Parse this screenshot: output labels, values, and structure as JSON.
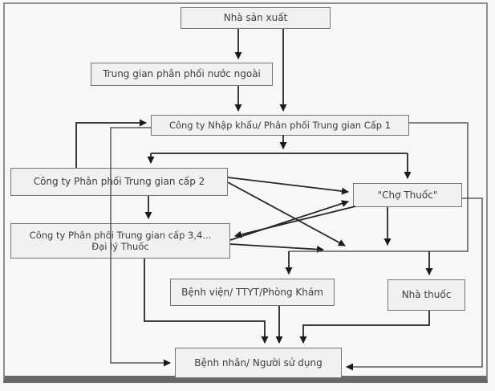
{
  "diagram": {
    "description": "Drug distribution flowchart (Vietnam pharmaceutical supply chain)",
    "colors": {
      "background": "#f8f8f8",
      "frame": "#8f8f8f",
      "frame_bottom": "#686868",
      "box_fill": "#f1f1f1",
      "box_border": "#757575",
      "text": "#3c3c3c",
      "arrow": "#262626"
    },
    "nodes": [
      {
        "id": "manufacturer",
        "label": "Nhà sản xuất"
      },
      {
        "id": "foreign-intermediary",
        "label": "Trung gian phân phối nước ngoài"
      },
      {
        "id": "importer-level1",
        "label": "Công ty Nhập khẩu/ Phân phối Trung gian Cấp 1"
      },
      {
        "id": "distributor-level2",
        "label": "Công ty Phân phối Trung gian cấp 2"
      },
      {
        "id": "drug-market",
        "label": "\"Chợ Thuốc\""
      },
      {
        "id": "distributor-level34",
        "label": "Công ty Phân phối Trung gian cấp 3,4...",
        "label2": "Đại lý Thuốc"
      },
      {
        "id": "hospital",
        "label": "Bệnh viện/ TTYT/Phòng Khám"
      },
      {
        "id": "pharmacy",
        "label": "Nhà thuốc"
      },
      {
        "id": "patient",
        "label": "Bệnh nhân/ Người sử dụng"
      }
    ],
    "edges": [
      {
        "from": "manufacturer",
        "to": "foreign-intermediary"
      },
      {
        "from": "manufacturer",
        "to": "importer-level1"
      },
      {
        "from": "foreign-intermediary",
        "to": "importer-level1"
      },
      {
        "from": "importer-level1",
        "to": "distributor-level2"
      },
      {
        "from": "importer-level1",
        "to": "drug-market"
      },
      {
        "from": "distributor-level2",
        "to": "importer-level1"
      },
      {
        "from": "importer-level1",
        "to": "patient"
      },
      {
        "from": "distributor-level2",
        "to": "distributor-level34"
      },
      {
        "from": "distributor-level2",
        "to": "drug-market"
      },
      {
        "from": "distributor-level2",
        "to": "hospital"
      },
      {
        "from": "distributor-level2",
        "to": "pharmacy"
      },
      {
        "from": "distributor-level34",
        "to": "drug-market"
      },
      {
        "from": "drug-market",
        "to": "distributor-level34"
      },
      {
        "from": "distributor-level34",
        "to": "hospital"
      },
      {
        "from": "distributor-level34",
        "to": "pharmacy"
      },
      {
        "from": "importer-level1",
        "to": "hospital"
      },
      {
        "from": "importer-level1",
        "to": "pharmacy"
      },
      {
        "from": "drug-market",
        "to": "hospital"
      },
      {
        "from": "drug-market",
        "to": "pharmacy"
      },
      {
        "from": "distributor-level34",
        "to": "patient"
      },
      {
        "from": "hospital",
        "to": "patient"
      },
      {
        "from": "pharmacy",
        "to": "patient"
      },
      {
        "from": "drug-market",
        "to": "patient"
      }
    ]
  }
}
